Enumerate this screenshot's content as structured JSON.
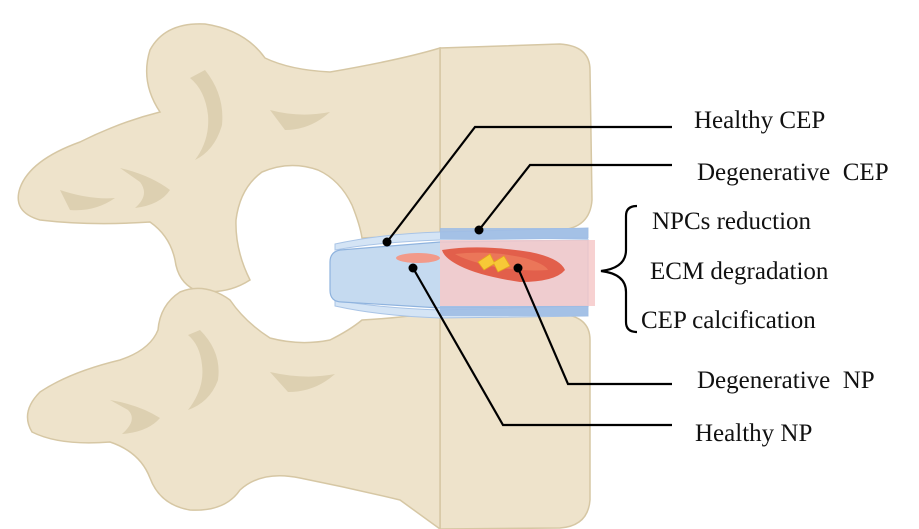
{
  "labels": {
    "healthy_cep": "Healthy CEP",
    "degenerative_cep": "Degenerative  CEP",
    "npcs_reduction": "NPCs reduction",
    "ecm_degradation": "ECM degradation",
    "cep_calcification": "CEP calcification",
    "degenerative_np": "Degenerative  NP",
    "healthy_np": "Healthy NP"
  },
  "colors": {
    "bone_fill": "#eee3cb",
    "bone_shadow": "#ddd0b1",
    "bone_outline": "#cdbd98",
    "disc_blue": "#c5daf0",
    "disc_blue_dark": "#8fb3de",
    "cep_healthy": "#d4e4f5",
    "degenerative_box": "#f6c9c9",
    "np_degenerative": "#e0533c",
    "np_healthy": "#f29a8a",
    "damage_spark": "#f7c937",
    "leader_line": "#000000"
  }
}
